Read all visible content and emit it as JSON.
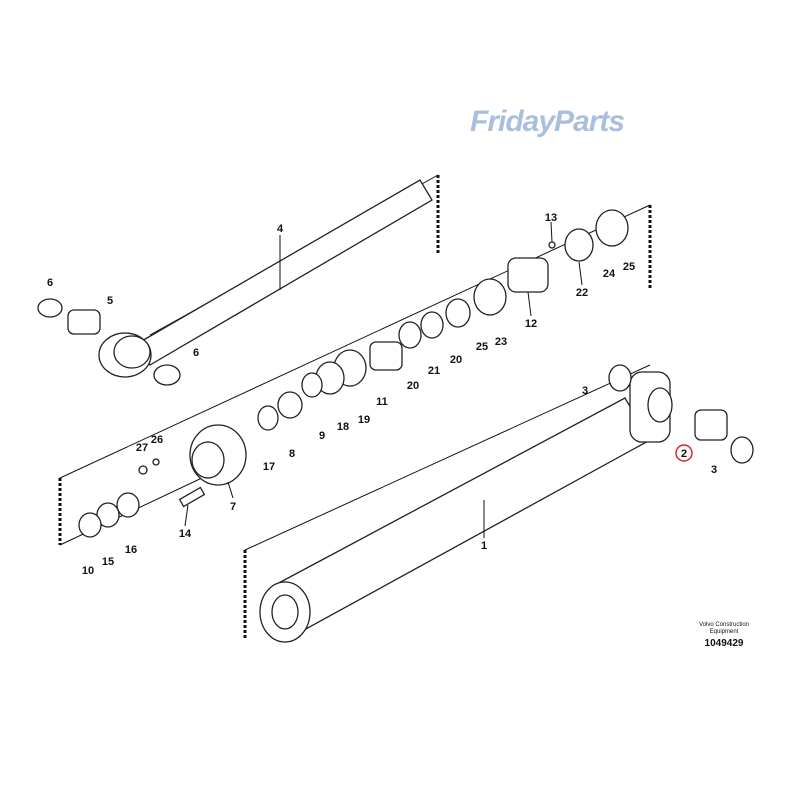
{
  "diagram": {
    "labels": [
      "4",
      "6",
      "5",
      "6",
      "13",
      "22",
      "24",
      "25",
      "12",
      "25",
      "23",
      "20",
      "21",
      "20",
      "11",
      "19",
      "18",
      "9",
      "8",
      "17",
      "27",
      "26",
      "7",
      "14",
      "10",
      "15",
      "16",
      "3",
      "2",
      "3",
      "1"
    ],
    "highlighted_label": "2",
    "highlight_color": "#d9262c"
  },
  "watermark": "FridayParts",
  "footer": {
    "brand_line1": "Volvo Construction",
    "brand_line2": "Equipment",
    "drawing_number": "1049429"
  }
}
